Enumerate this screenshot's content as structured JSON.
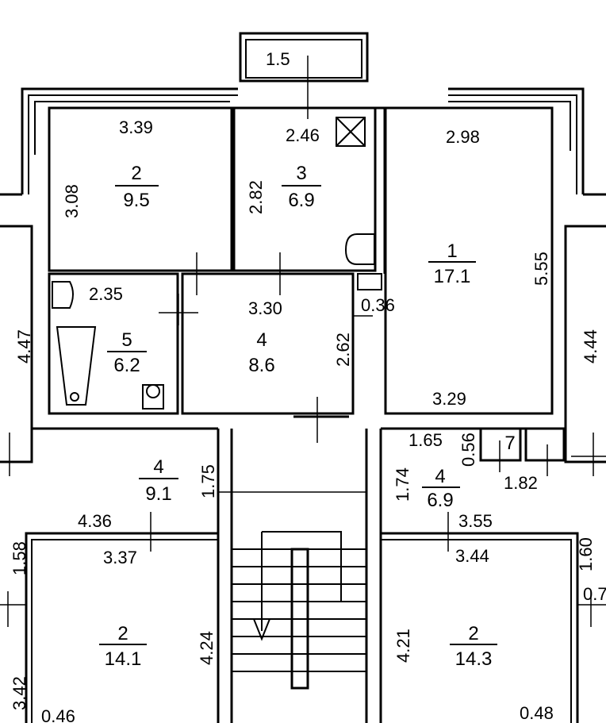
{
  "rooms": {
    "r1": {
      "number": "1",
      "area": "17.1"
    },
    "r2_top": {
      "number": "2",
      "area": "9.5"
    },
    "r3": {
      "number": "3",
      "area": "6.9"
    },
    "r4_top": {
      "number": "4",
      "area": "8.6"
    },
    "r5": {
      "number": "5",
      "area": "6.2"
    },
    "r4_left_hall": {
      "number": "4",
      "area": "9.1"
    },
    "r4_right_hall": {
      "number": "4",
      "area": "6.9"
    },
    "r2_bottom_left": {
      "number": "2",
      "area": "14.1"
    },
    "r2_bottom_right": {
      "number": "2",
      "area": "14.3"
    },
    "r7": {
      "number": "7"
    }
  },
  "dimensions": {
    "balcony": "1.5",
    "r2_width": "3.39",
    "r2_height": "3.08",
    "r3_width": "2.46",
    "r3_height": "2.82",
    "r1_width_top": "2.98",
    "r1_height": "5.55",
    "r1_width_bottom": "3.29",
    "r5_width": "2.35",
    "r4_width": "3.30",
    "r4_height": "2.62",
    "closet": "0.36",
    "left_outer": "4.47",
    "right_outer": "4.44",
    "hall_left_h": "1.75",
    "hall_left_w": "4.36",
    "bl_top_w": "3.37",
    "bl_left": "1.58",
    "bl_h": "4.24",
    "bl_lower_left": "3.42",
    "bl_corner": "0.46",
    "hall_right_h": "1.74",
    "hall_right_w1": "1.65",
    "hall_right_w2": "0.56",
    "hall_right_w3": "1.82",
    "br_top": "3.55",
    "br_top_inner": "3.44",
    "br_right": "1.60",
    "br_right2": "0.7",
    "br_h": "4.21",
    "br_corner": "0.48"
  }
}
